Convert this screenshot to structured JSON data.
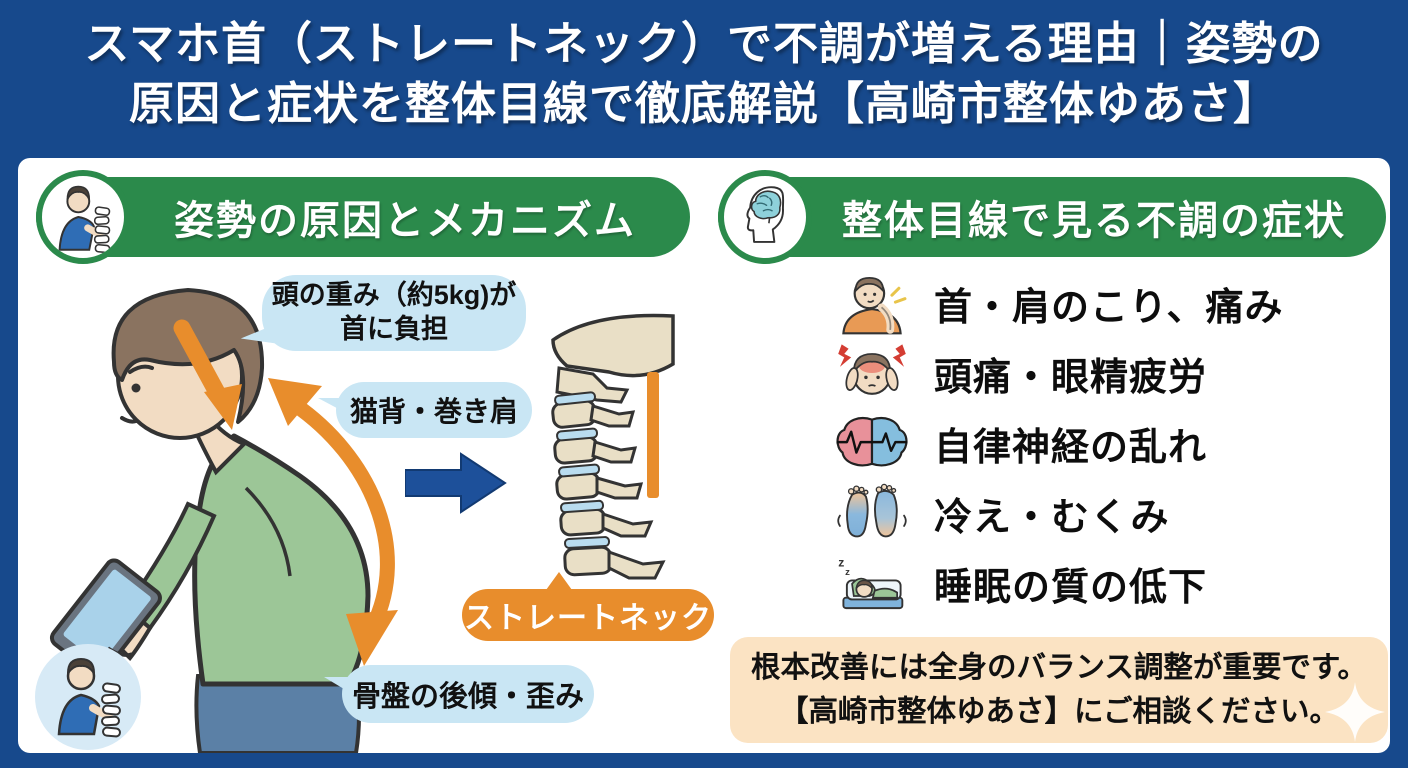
{
  "title": {
    "line1": "スマホ首（ストレートネック）で不調が増える理由｜姿勢の",
    "line2": "原因と症状を整体目線で徹底解説【高崎市整体ゆあさ】"
  },
  "left_section": {
    "header": "姿勢の原因とメカニズム",
    "bubble_head_weight_line1": "頭の重み（約5kg)が",
    "bubble_head_weight_line2": "首に負担",
    "bubble_hunchback": "猫背・巻き肩",
    "bubble_pelvis": "骨盤の後傾・歪み",
    "straight_neck_label": "ストレートネック"
  },
  "right_section": {
    "header": "整体目線で見る不調の症状",
    "symptoms": [
      {
        "icon": "neck-shoulder-pain-icon",
        "label": "首・肩のこり、痛み"
      },
      {
        "icon": "headache-eyestrain-icon",
        "label": "頭痛・眼精疲労"
      },
      {
        "icon": "autonomic-nerve-icon",
        "label": "自律神経の乱れ"
      },
      {
        "icon": "cold-swelling-icon",
        "label": "冷え・むくみ"
      },
      {
        "icon": "sleep-quality-icon",
        "label": "睡眠の質の低下"
      }
    ],
    "notice": {
      "line1": "根本改善には全身のバランス調整が重要です。",
      "line2": "【高崎市整体ゆあさ】にご相談ください。"
    }
  },
  "colors": {
    "background_navy": "#17498c",
    "header_green": "#2b8a4b",
    "bubble_blue": "#c9e6f4",
    "accent_orange": "#e88d2c",
    "arrow_navy": "#1d509a",
    "notice_cream": "#fbe3c3"
  }
}
